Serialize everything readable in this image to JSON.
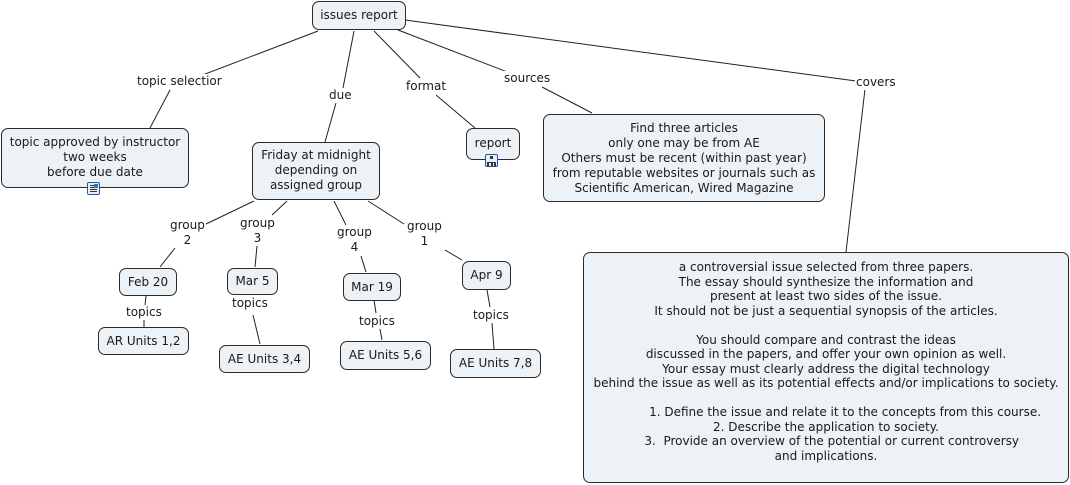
{
  "diagram": {
    "type": "concept-map",
    "root": "issues report",
    "link_labels": {
      "topic_selection": "topic selectior",
      "due": "due",
      "format": "format",
      "sources": "sources",
      "covers": "covers",
      "group2": "group\n2",
      "group3": "group\n3",
      "group4": "group\n4",
      "group1": "group\n1",
      "topics_a": "topics",
      "topics_b": "topics",
      "topics_c": "topics",
      "topics_d": "topics"
    },
    "nodes": {
      "topic_approved": "topic approved by instructor\ntwo weeks\nbefore due date",
      "friday": "Friday at midnight\ndepending on\nassigned group",
      "report": "report",
      "find_articles": "Find three articles\nonly one may be from AE\nOthers must be recent (within past year)\nfrom reputable websites or journals such as\nScientific American, Wired Magazine",
      "feb20": "Feb 20",
      "mar5": "Mar 5",
      "mar19": "Mar 19",
      "apr9": "Apr 9",
      "ar_units_12": "AR Units 1,2",
      "ae_units_34": "AE Units 3,4",
      "ae_units_56": "AE Units 5,6",
      "ae_units_78": "AE Units 7,8",
      "covers_text": "a controversial issue selected from three papers.\nThe essay should synthesize the information and\npresent at least two sides of the issue.\nIt should not be just a sequential synopsis of the articles.\n\nYou should compare and contrast the ideas\ndiscussed in the papers, and offer your own opinion as well.\nYour essay must clearly address the digital technology\nbehind the issue as well as its potential effects and/or implications to society.\n\n          1. Define the issue and relate it to the concepts from this course.\n2. Describe the application to society.\n   3.  Provide an overview of the potential or current controversy\nand implications."
    },
    "icons": {
      "topic_approved_resource": "document-icon",
      "report_resource": "concept-map-icon"
    },
    "colors": {
      "node_fill": "#ecf2f5",
      "node_border": "#2a2a2a",
      "resource_icon": "#1c5aa8"
    }
  }
}
